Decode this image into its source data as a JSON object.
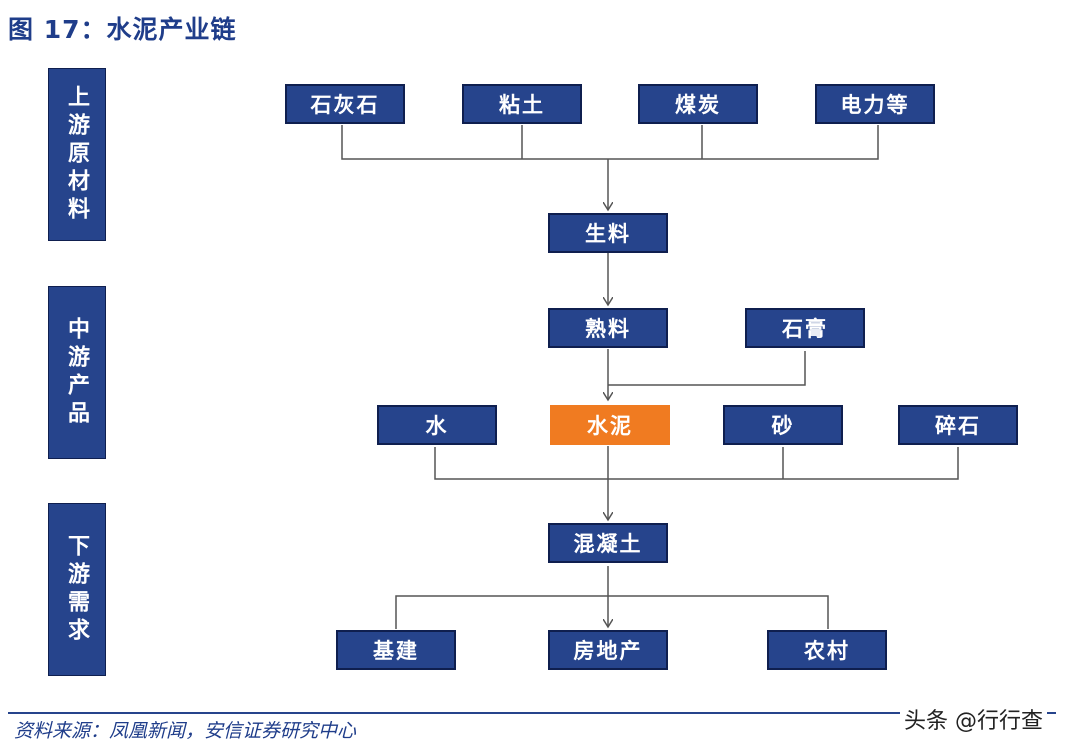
{
  "title": "图 17：水泥产业链",
  "side_labels": [
    "上游原材料",
    "中游产品",
    "下游需求"
  ],
  "nodes": {
    "limestone": "石灰石",
    "clay": "粘土",
    "coal": "煤炭",
    "power": "电力等",
    "raw_meal": "生料",
    "clinker": "熟料",
    "gypsum": "石膏",
    "water": "水",
    "cement": "水泥",
    "sand": "砂",
    "gravel": "碎石",
    "concrete": "混凝土",
    "infrastructure": "基建",
    "real_estate": "房地产",
    "rural": "农村"
  },
  "colors": {
    "node": "#26448c",
    "accent": "#f07b21",
    "line": "#555555"
  },
  "footer": {
    "source": "资料来源：凤凰新闻，安信证券研究中心",
    "credit": "头条 @行行查"
  }
}
